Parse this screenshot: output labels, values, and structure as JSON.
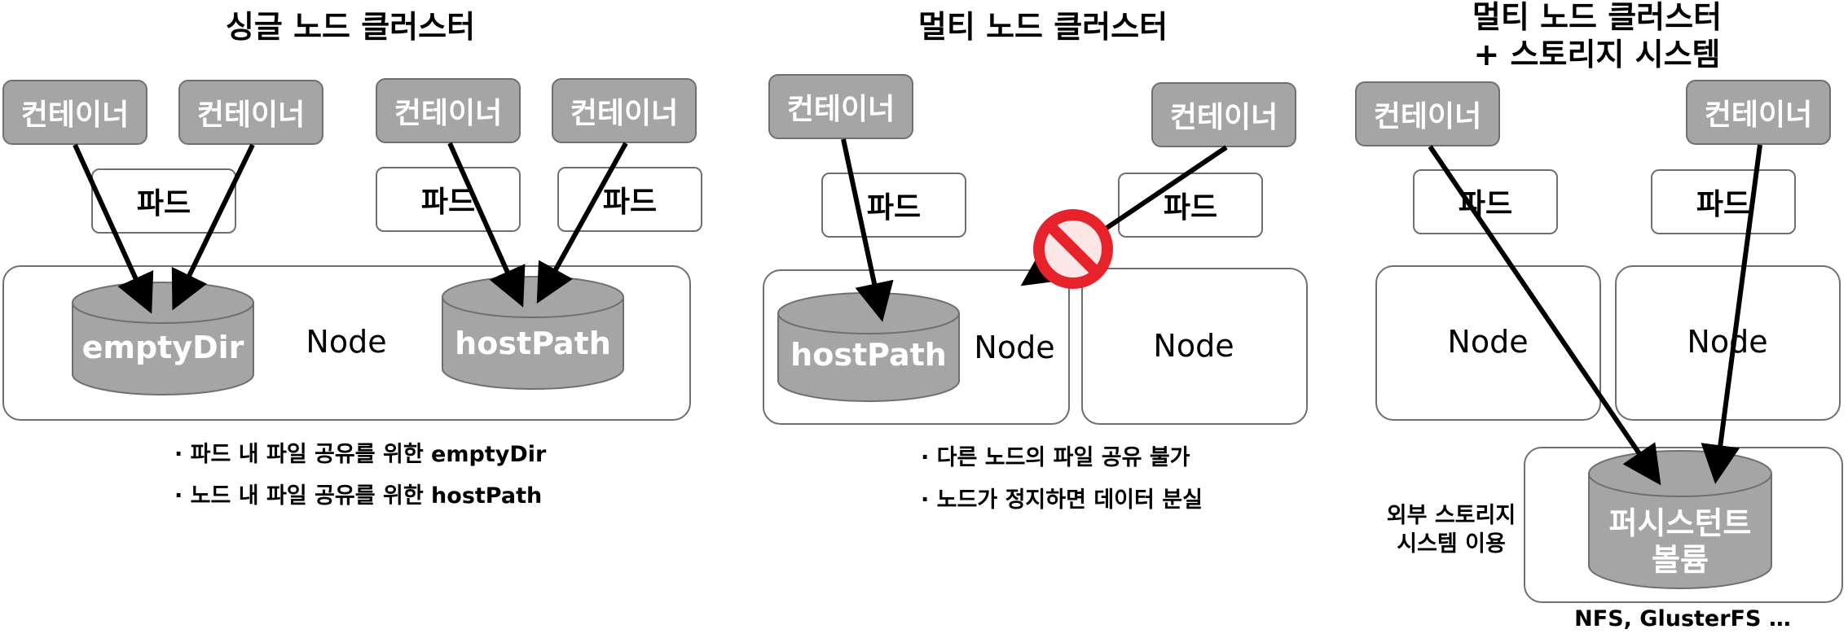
{
  "sections": {
    "single": {
      "title": "싱글 노드 클러스터",
      "container": "컨테이너",
      "pod": "파드",
      "node": "Node",
      "volume1": "emptyDir",
      "volume2": "hostPath",
      "notes": [
        "· 파드 내 파일 공유를 위한 emptyDir",
        "· 노드 내 파일 공유를 위한 hostPath"
      ]
    },
    "multi": {
      "title": "멀티 노드 클러스터",
      "container": "컨테이너",
      "pod": "파드",
      "node": "Node",
      "volume": "hostPath",
      "notes": [
        "· 다른 노드의 파일 공유 불가",
        "· 노드가 정지하면 데이터 분실"
      ]
    },
    "storage": {
      "title_line1": "멀티 노드 클러스터",
      "title_line2": "+  스토리지 시스템",
      "container": "컨테이너",
      "pod": "파드",
      "node": "Node",
      "volume_line1": "퍼시스턴트",
      "volume_line2": "볼륨",
      "external_line1": "외부 스토리지",
      "external_line2": "시스템 이용",
      "examples": "NFS, GlusterFS …"
    }
  },
  "colors": {
    "container_fill": "#a5a5a5",
    "border": "#6f6f6f",
    "prohibit": "#e8222b"
  },
  "icons": [
    "prohibited-icon"
  ]
}
